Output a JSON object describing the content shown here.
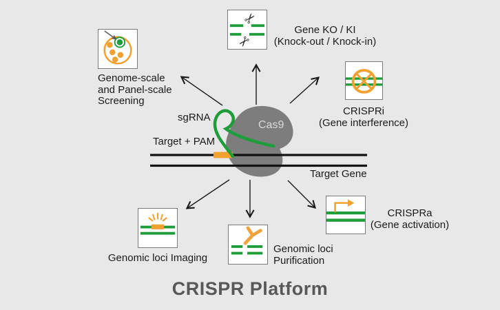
{
  "title": "CRISPR Platform",
  "center": {
    "cas9_label": "Cas9",
    "sgrna_label": "sgRNA",
    "target_pam_label": "Target + PAM",
    "target_gene_label": "Target Gene"
  },
  "applications": {
    "screening": {
      "label": "Genome-scale\nand Panel-scale\nScreening",
      "icon": "petri-dish-icon"
    },
    "knockout": {
      "label": "Gene KO / KI\n(Knock-out / Knock-in)",
      "icon": "scissors-cut-dna-icon"
    },
    "crispri": {
      "label": "CRISPRi\n(Gene interference)",
      "icon": "blocked-gene-icon"
    },
    "crispra": {
      "label": "CRISPRa\n(Gene activation)",
      "icon": "promoter-arrow-icon"
    },
    "imaging": {
      "label": "Genomic loci Imaging",
      "icon": "glowing-locus-icon"
    },
    "purification": {
      "label": "Genomic loci\nPurification",
      "icon": "antibody-icon"
    }
  },
  "colors": {
    "background": "#e9e8e8",
    "dna_green": "#1f9d3b",
    "accent_orange": "#f0a130",
    "cas9_gray": "#7d7d7d",
    "dna_black": "#121212",
    "title_gray": "#585858"
  }
}
